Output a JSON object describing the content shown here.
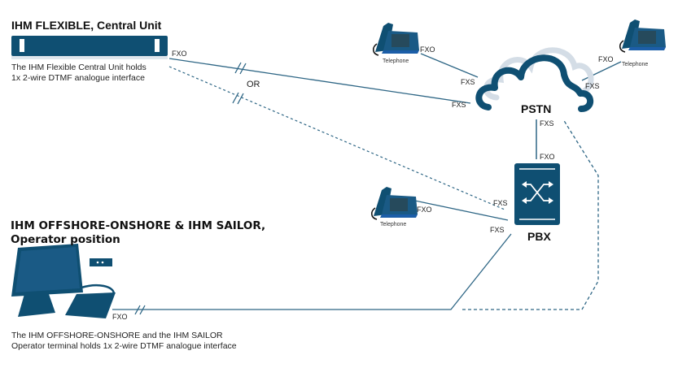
{
  "colors": {
    "primary": "#0f4f72",
    "cloud_back": "#d4dde6",
    "line": "#2e6685"
  },
  "central_unit": {
    "title": "IHM FLEXIBLE, Central Unit",
    "description_line1": "The IHM Flexible Central Unit holds",
    "description_line2": "1x 2-wire DTMF analogue interface",
    "port": "FXO"
  },
  "or_label": "OR",
  "operator": {
    "title_line1": "IHM OFFSHORE-ONSHORE & IHM SAILOR,",
    "title_line2": "Operator position",
    "description_line1": "The IHM OFFSHORE-ONSHORE and the IHM SAILOR",
    "description_line2": "Operator terminal holds 1x 2-wire DTMF analogue interface",
    "port": "FXO"
  },
  "pstn": {
    "label": "PSTN",
    "port_left_top": "FXS",
    "port_left_bottom": "FXS",
    "port_right": "FXS",
    "port_bottom": "FXS"
  },
  "pbx": {
    "label": "PBX",
    "port_top": "FXO",
    "port_left_top": "FXS",
    "port_left_bottom": "FXS"
  },
  "telephones": [
    {
      "label": "Telephone",
      "port": "FXO"
    },
    {
      "label": "Telephone",
      "port": "FXO"
    },
    {
      "label": "Telephone",
      "port": "FXO"
    }
  ]
}
